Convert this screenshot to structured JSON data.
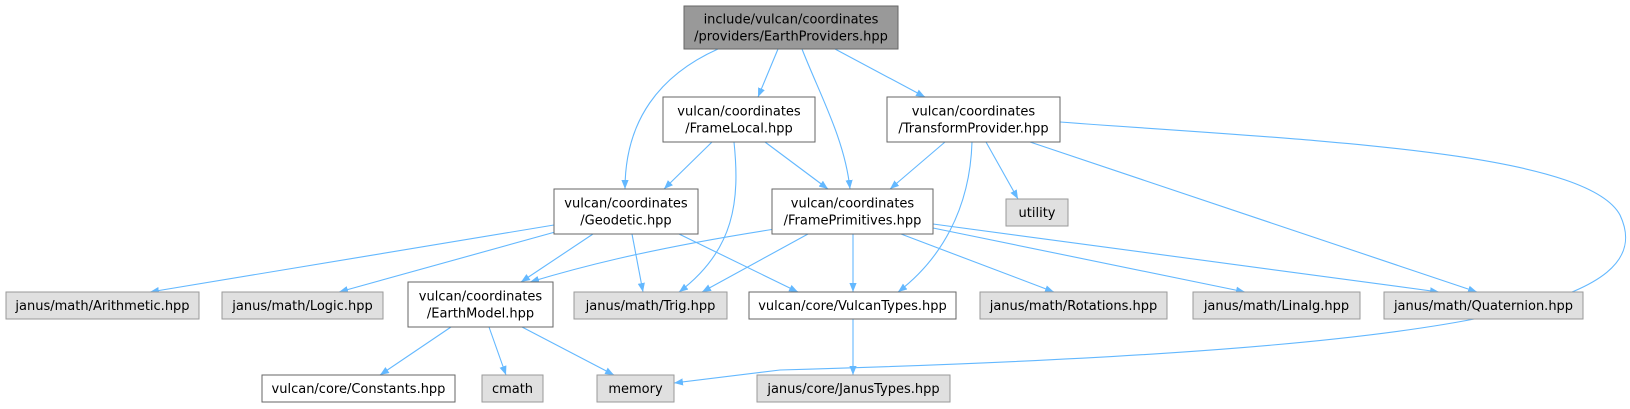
{
  "colors": {
    "root_fill": "#999999",
    "root_stroke": "#666666",
    "local_fill": "#ffffff",
    "local_stroke": "#666666",
    "external_fill": "#e0e0e0",
    "external_stroke": "#999999",
    "edge": "#63b8ff"
  },
  "nodes": [
    {
      "id": "EarthProviders",
      "kind": "root",
      "lines": [
        "include/vulcan/coordinates",
        "/providers/EarthProviders.hpp"
      ]
    },
    {
      "id": "FrameLocal",
      "kind": "local",
      "lines": [
        "vulcan/coordinates",
        "/FrameLocal.hpp"
      ]
    },
    {
      "id": "TransformProvider",
      "kind": "local",
      "lines": [
        "vulcan/coordinates",
        "/TransformProvider.hpp"
      ]
    },
    {
      "id": "Geodetic",
      "kind": "local",
      "lines": [
        "vulcan/coordinates",
        "/Geodetic.hpp"
      ]
    },
    {
      "id": "FramePrimitives",
      "kind": "local",
      "lines": [
        "vulcan/coordinates",
        "/FramePrimitives.hpp"
      ]
    },
    {
      "id": "utility",
      "kind": "external",
      "lines": [
        "utility"
      ]
    },
    {
      "id": "Arithmetic",
      "kind": "external",
      "lines": [
        "janus/math/Arithmetic.hpp"
      ]
    },
    {
      "id": "Logic",
      "kind": "external",
      "lines": [
        "janus/math/Logic.hpp"
      ]
    },
    {
      "id": "EarthModel",
      "kind": "local",
      "lines": [
        "vulcan/coordinates",
        "/EarthModel.hpp"
      ]
    },
    {
      "id": "Trig",
      "kind": "external",
      "lines": [
        "janus/math/Trig.hpp"
      ]
    },
    {
      "id": "VulcanTypes",
      "kind": "local",
      "lines": [
        "vulcan/core/VulcanTypes.hpp"
      ]
    },
    {
      "id": "Rotations",
      "kind": "external",
      "lines": [
        "janus/math/Rotations.hpp"
      ]
    },
    {
      "id": "Linalg",
      "kind": "external",
      "lines": [
        "janus/math/Linalg.hpp"
      ]
    },
    {
      "id": "Quaternion",
      "kind": "external",
      "lines": [
        "janus/math/Quaternion.hpp"
      ]
    },
    {
      "id": "Constants",
      "kind": "local",
      "lines": [
        "vulcan/core/Constants.hpp"
      ]
    },
    {
      "id": "cmath",
      "kind": "external",
      "lines": [
        "cmath"
      ]
    },
    {
      "id": "memory",
      "kind": "external",
      "lines": [
        "memory"
      ]
    },
    {
      "id": "JanusTypes",
      "kind": "external",
      "lines": [
        "janus/core/JanusTypes.hpp"
      ]
    }
  ],
  "edges": [
    [
      "EarthProviders",
      "Geodetic"
    ],
    [
      "EarthProviders",
      "FrameLocal"
    ],
    [
      "EarthProviders",
      "FramePrimitives"
    ],
    [
      "EarthProviders",
      "TransformProvider"
    ],
    [
      "FrameLocal",
      "Geodetic"
    ],
    [
      "FrameLocal",
      "FramePrimitives"
    ],
    [
      "FrameLocal",
      "Trig"
    ],
    [
      "TransformProvider",
      "FramePrimitives"
    ],
    [
      "TransformProvider",
      "VulcanTypes"
    ],
    [
      "TransformProvider",
      "utility"
    ],
    [
      "TransformProvider",
      "Quaternion"
    ],
    [
      "TransformProvider",
      "memory"
    ],
    [
      "Geodetic",
      "Arithmetic"
    ],
    [
      "Geodetic",
      "Logic"
    ],
    [
      "Geodetic",
      "EarthModel"
    ],
    [
      "Geodetic",
      "Trig"
    ],
    [
      "Geodetic",
      "VulcanTypes"
    ],
    [
      "FramePrimitives",
      "EarthModel"
    ],
    [
      "FramePrimitives",
      "Trig"
    ],
    [
      "FramePrimitives",
      "VulcanTypes"
    ],
    [
      "FramePrimitives",
      "Rotations"
    ],
    [
      "FramePrimitives",
      "Linalg"
    ],
    [
      "FramePrimitives",
      "Quaternion"
    ],
    [
      "EarthModel",
      "Constants"
    ],
    [
      "EarthModel",
      "cmath"
    ],
    [
      "EarthModel",
      "memory"
    ],
    [
      "VulcanTypes",
      "JanusTypes"
    ]
  ]
}
